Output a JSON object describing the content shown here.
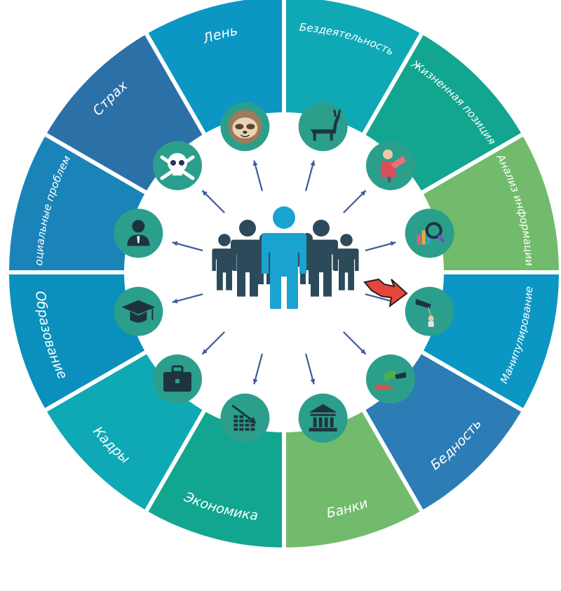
{
  "colors": {
    "background": "#ffffff",
    "gap": "#ffffff",
    "arrow": "#3d5a99",
    "people": "#2c4a5a",
    "person_center": "#1aa3d1",
    "icon_disk": "#2b9f8c",
    "icon_fg": "#1d3440"
  },
  "segments": [
    {
      "label": "Бездеятельность",
      "color": "#0fa9b5",
      "icon": "donkey-icon"
    },
    {
      "label": "Жизненная позиция",
      "color": "#12a58f",
      "icon": "person-arrow-icon"
    },
    {
      "label": "Анализ информации",
      "color": "#72bb6d",
      "icon": "magnifier-chart-icon"
    },
    {
      "label": "Манипулирование",
      "color": "#0b96c4",
      "icon": "puppet-hand-icon"
    },
    {
      "label": "Бедность",
      "color": "#2c7cb5",
      "icon": "money-hand-icon"
    },
    {
      "label": "Банки",
      "color": "#72bb6d",
      "icon": "bank-icon"
    },
    {
      "label": "Экономика",
      "color": "#12a58f",
      "icon": "falling-chart-icon"
    },
    {
      "label": "Кадры",
      "color": "#0fa9b5",
      "icon": "briefcase-icon"
    },
    {
      "label": "Образование",
      "color": "#0b8fbd",
      "icon": "graduation-cap-icon"
    },
    {
      "label": "Социальные проблемы",
      "color": "#1a84b9",
      "icon": "person-icon"
    },
    {
      "label": "Страх",
      "color": "#2c70a8",
      "icon": "skull-icon"
    },
    {
      "label": "Лень",
      "color": "#0b96c4",
      "icon": "sloth-icon"
    }
  ]
}
